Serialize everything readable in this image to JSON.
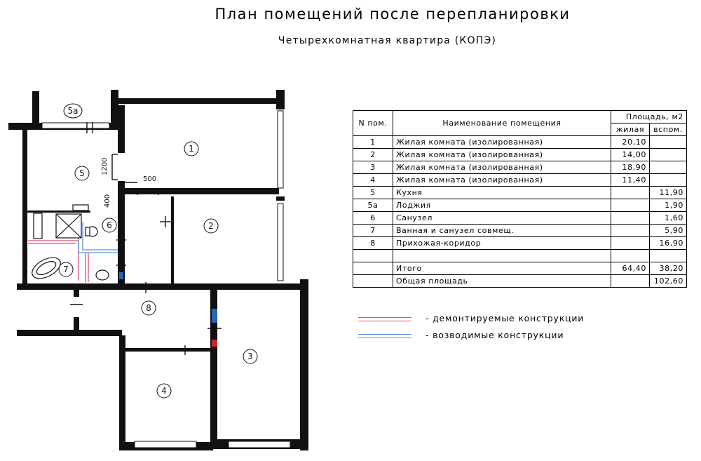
{
  "title": "План помещений после перепланировки",
  "subtitle": "Четырехкомнатная квартира (КОПЭ)",
  "table": {
    "header": {
      "num": "N пом.",
      "name": "Наименование помещения",
      "area": "Площадь, м2",
      "living": "жилая",
      "aux": "вспом."
    },
    "rows": [
      {
        "num": "1",
        "name": "Жилая комната (изолированная)",
        "living": "20,10",
        "aux": ""
      },
      {
        "num": "2",
        "name": "Жилая комната (изолированная)",
        "living": "14,00",
        "aux": ""
      },
      {
        "num": "3",
        "name": "Жилая комната (изолированная)",
        "living": "18,90",
        "aux": ""
      },
      {
        "num": "4",
        "name": "Жилая комната (изолированная)",
        "living": "11,40",
        "aux": ""
      },
      {
        "num": "5",
        "name": "Кухня",
        "living": "",
        "aux": "11,90"
      },
      {
        "num": "5а",
        "name": "Лоджия",
        "living": "",
        "aux": "1,90"
      },
      {
        "num": "6",
        "name": "Санузел",
        "living": "",
        "aux": "1,60"
      },
      {
        "num": "7",
        "name": "Ванная и санузел совмещ.",
        "living": "",
        "aux": "5,90"
      },
      {
        "num": "8",
        "name": "Прихожая-коридор",
        "living": "",
        "aux": "16,90"
      },
      {
        "num": "",
        "name": "",
        "living": "",
        "aux": ""
      }
    ],
    "total": {
      "name": "Итого",
      "living": "64,40",
      "aux": "38,20"
    },
    "overall": {
      "name": "Общая площадь",
      "aux": "102,60"
    }
  },
  "legend": [
    {
      "text": "- демонтируемые конструкции",
      "color": "#e0506f"
    },
    {
      "text": "- возводимые конструкции",
      "color": "#5a8fd8"
    }
  ],
  "plan": {
    "rooms": [
      "1",
      "2",
      "3",
      "4",
      "5",
      "5а",
      "6",
      "7",
      "8"
    ],
    "dimensions": [
      "1200",
      "500",
      "400"
    ]
  }
}
